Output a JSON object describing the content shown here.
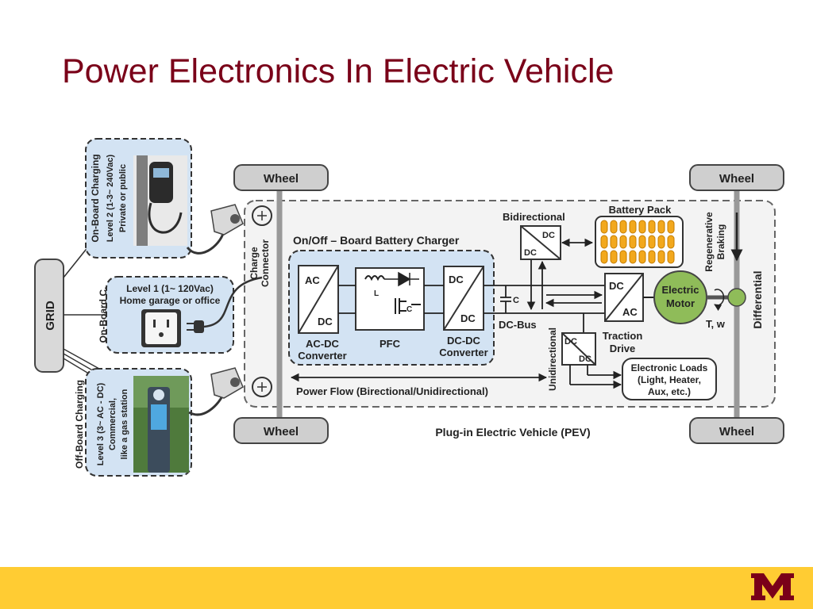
{
  "slide": {
    "title": "Power Electronics In Electric Vehicle"
  },
  "grid": {
    "label": "GRID"
  },
  "onboard_charging": {
    "heading": "On-Board Charging",
    "line1": "Level 2 (1-3~ 240Vac)",
    "line2": "Private or public"
  },
  "onboard_c": {
    "heading": "On-Board C.",
    "line1": "Level 1 (1~ 120Vac)",
    "line2": "Home garage or office"
  },
  "offboard_charging": {
    "heading": "Off-Board Charging",
    "line1": "Level 3 (3~ AC - DC)",
    "line2": "Commercial,",
    "line3": "like a gas station"
  },
  "wheels": {
    "top_left": "Wheel",
    "top_right": "Wheel",
    "bottom_left": "Wheel",
    "bottom_right": "Wheel"
  },
  "charge_connector": {
    "line1": "Charge",
    "line2": "Connector"
  },
  "charger": {
    "title": "On/Off – Board Battery Charger"
  },
  "acdc": {
    "top": "AC",
    "bottom": "DC",
    "label1": "AC-DC",
    "label2": "Converter"
  },
  "pfc": {
    "label": "PFC",
    "inductor": "L",
    "capacitor": "C"
  },
  "dcdc": {
    "top": "DC",
    "bottom": "DC",
    "label1": "DC-DC",
    "label2": "Converter"
  },
  "dc_bus": {
    "cap": "C",
    "label": "DC-Bus"
  },
  "bidirectional": {
    "label": "Bidirectional",
    "top": "DC",
    "bottom": "DC"
  },
  "battery": {
    "label": "Battery Pack"
  },
  "traction": {
    "top": "DC",
    "bottom": "AC",
    "label1": "Traction",
    "label2": "Drive"
  },
  "motor": {
    "line1": "Electric",
    "line2": "Motor",
    "output": "T, w"
  },
  "regen": {
    "line1": "Regenerative",
    "line2": "Braking"
  },
  "differential": {
    "label": "Differential"
  },
  "unidirectional": {
    "label": "Unidirectional",
    "top": "DC",
    "bottom": "DC"
  },
  "loads": {
    "line1": "Electronic Loads",
    "line2": "(Light, Heater,",
    "line3": "Aux, etc.)"
  },
  "power_flow": {
    "label": "Power Flow (Birectional/Unidirectional)"
  },
  "pev": {
    "label": "Plug-in Electric Vehicle (PEV)"
  },
  "colors": {
    "title": "#7a0019",
    "footer": "#ffcc33",
    "panel": "#d3e3f3",
    "battery_cell": "#f2a81d",
    "motor": "#8fbc59"
  }
}
